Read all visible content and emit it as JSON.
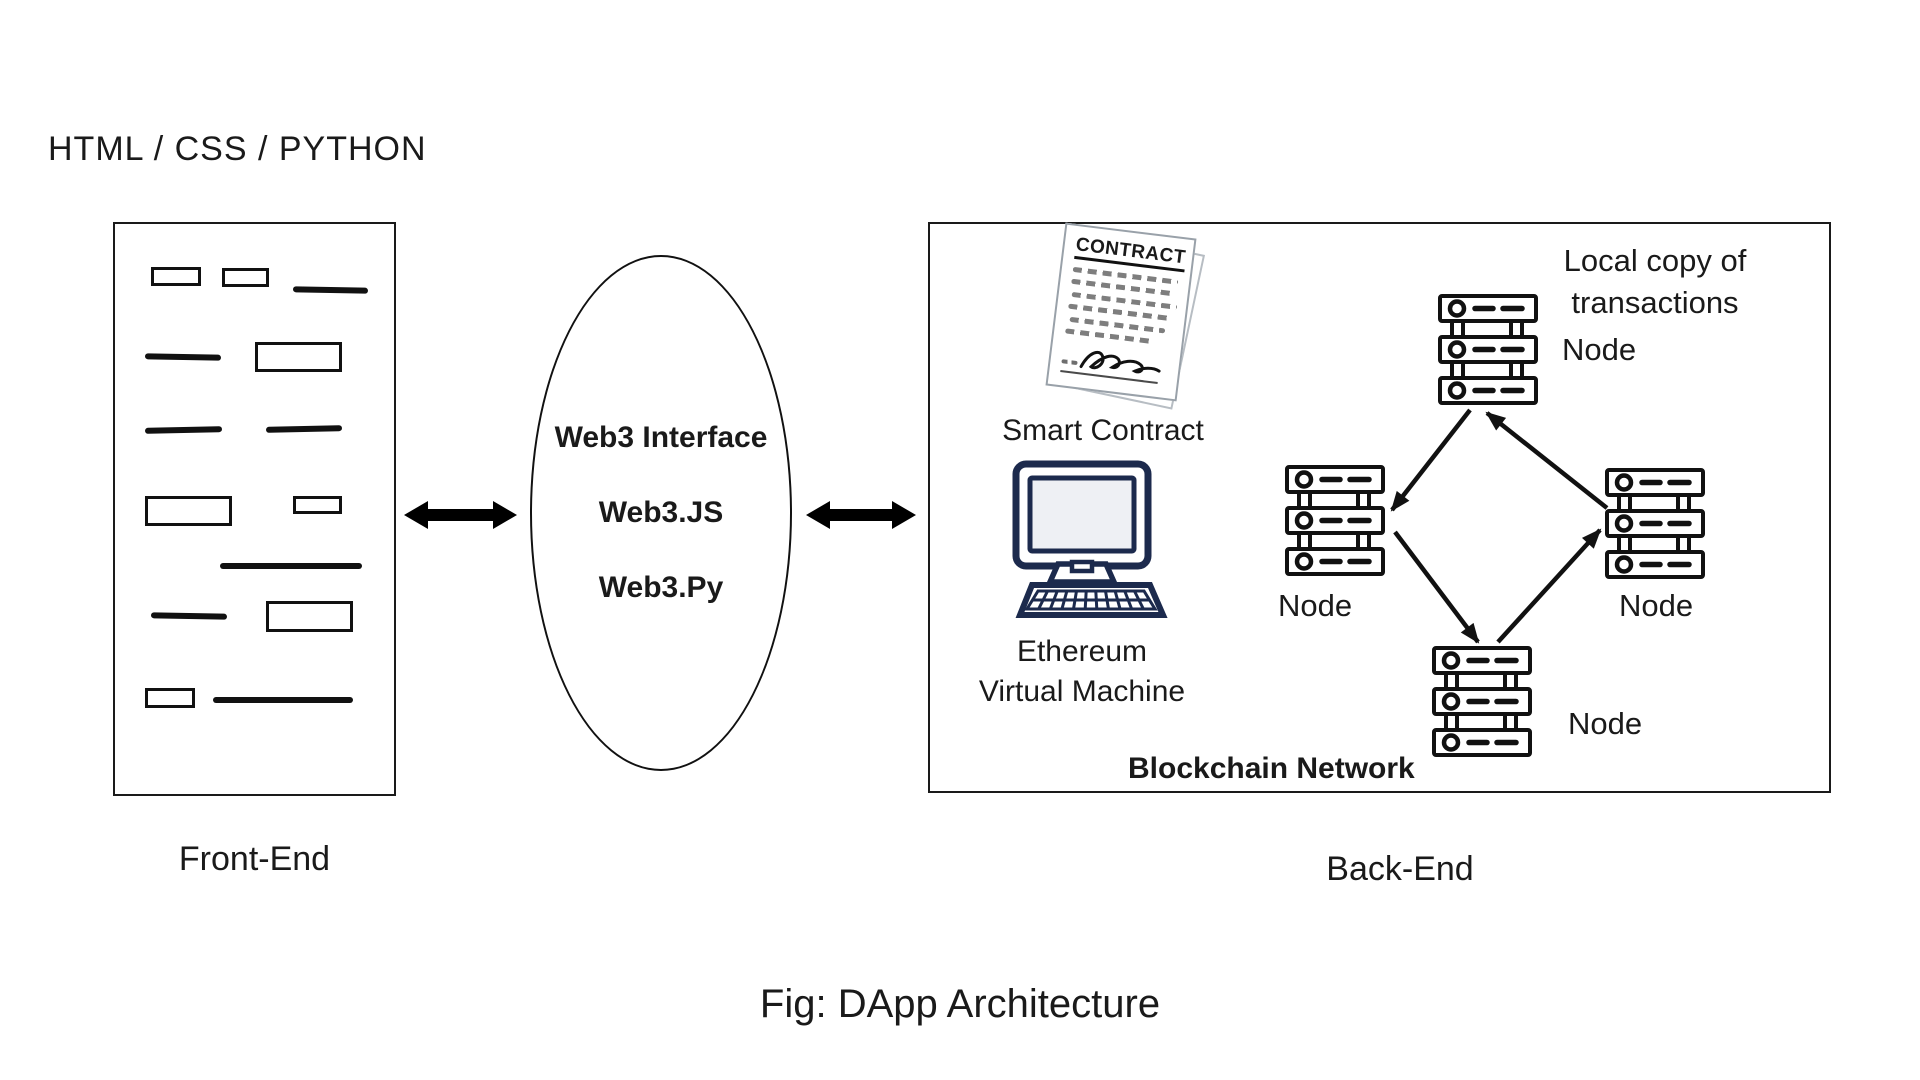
{
  "header": {
    "tech_stack": "HTML / CSS / PYTHON"
  },
  "front_end": {
    "section_label": "Front-End",
    "icon": "wireframe-mockup-icon"
  },
  "web3_interface": {
    "title": "Web3 Interface",
    "libraries": [
      "Web3.JS",
      "Web3.Py"
    ]
  },
  "back_end": {
    "section_label": "Back-End",
    "network_label": "Blockchain Network",
    "smart_contract": {
      "document_title": "CONTRACT",
      "label": "Smart Contract",
      "icon": "contract-document-icon"
    },
    "evm": {
      "label_line1": "Ethereum",
      "label_line2": "Virtual Machine",
      "icon": "desktop-computer-icon"
    },
    "nodes": {
      "annotation_line1": "Local copy of",
      "annotation_line2": "transactions",
      "top_label": "Node",
      "left_label": "Node",
      "right_label": "Node",
      "bottom_label": "Node",
      "icon": "server-rack-icon"
    }
  },
  "caption": "Fig: DApp Architecture",
  "colors": {
    "ink": "#1a1a1a",
    "computer_navy": "#1c2a4d",
    "screen_fill": "#eef0f4",
    "paper_border": "#99a1a9",
    "paper_dash": "#7e7e7e"
  }
}
